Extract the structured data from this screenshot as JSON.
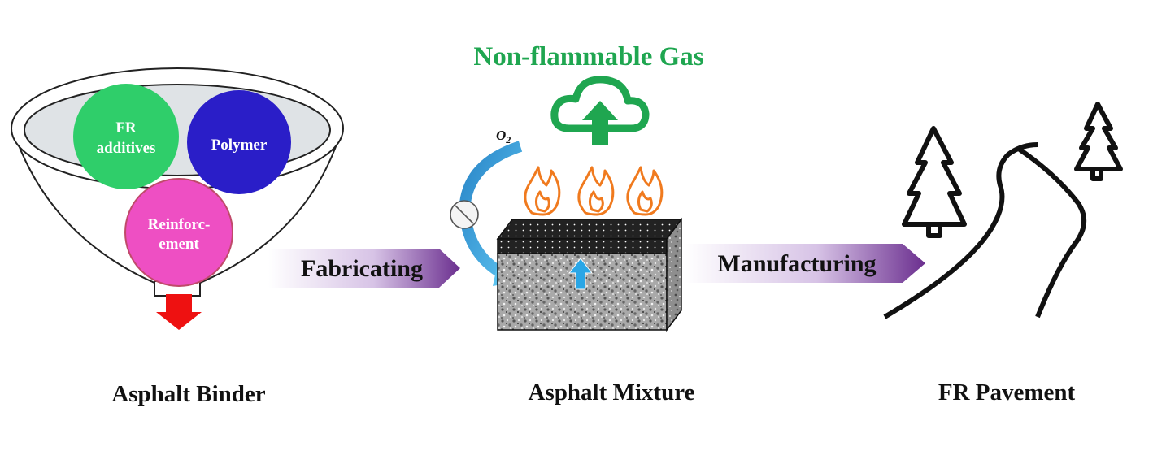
{
  "binder": {
    "circles": {
      "fr_additives": {
        "line1": "FR",
        "line2": "additives",
        "color": "#2fce6a"
      },
      "polymer": {
        "label": "Polymer",
        "color": "#2a1ec8"
      },
      "reinforcement": {
        "line1": "Reinforc-",
        "line2": "ement",
        "color": "#ee4fc3"
      }
    },
    "caption": "Asphalt Binder"
  },
  "process": {
    "fabricating": "Fabricating",
    "manufacturing": "Manufacturing",
    "arrow_color": "#6b2f8f"
  },
  "mixture": {
    "gas_label": "Non-flammable Gas",
    "gas_color": "#1fa650",
    "o2_label": "O",
    "o2_subscript": "2",
    "caption": "Asphalt Mixture"
  },
  "pavement": {
    "caption": "FR Pavement"
  }
}
